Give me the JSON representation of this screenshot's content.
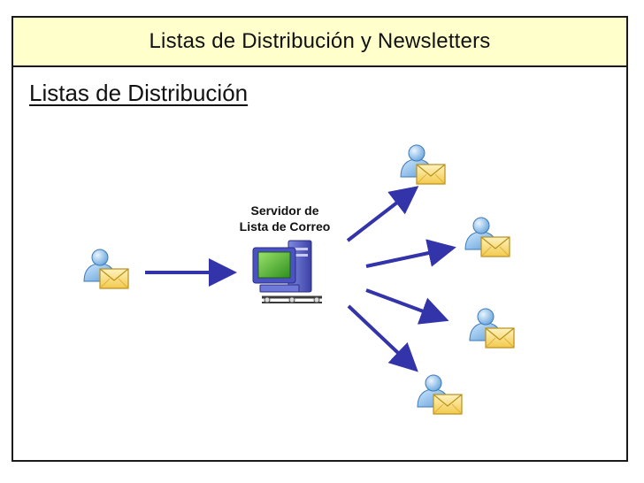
{
  "title": "Listas de Distribución y Newsletters",
  "subtitle": "Listas de Distribución",
  "server": {
    "label_line1": "Servidor de",
    "label_line2": "Lista de Correo",
    "icon": "computer-icon"
  },
  "sender": {
    "icon": "user-mail-icon"
  },
  "recipients": [
    {
      "icon": "user-mail-icon"
    },
    {
      "icon": "user-mail-icon"
    },
    {
      "icon": "user-mail-icon"
    },
    {
      "icon": "user-mail-icon"
    }
  ],
  "colors": {
    "title_background": "#ffffcc",
    "arrow": "#3333aa",
    "border": "#1a1a1a"
  }
}
